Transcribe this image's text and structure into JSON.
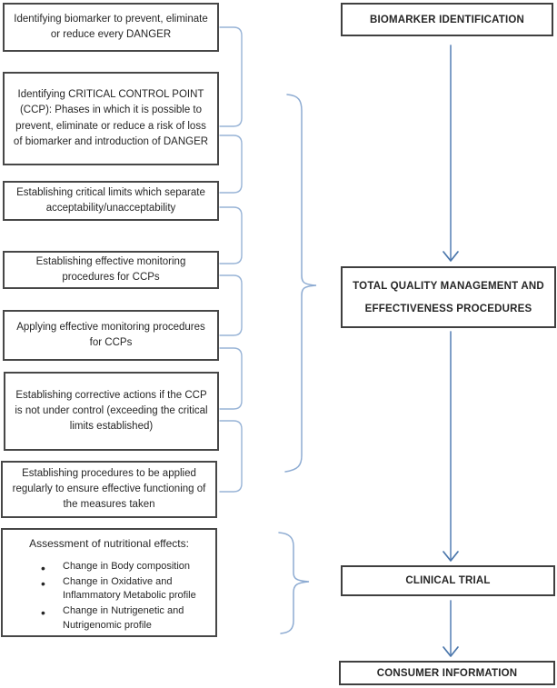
{
  "figure": {
    "description": "Flowchart linking HACCP-style biomarker control steps (left column) to overall study stages (right column)"
  },
  "left_steps": [
    {
      "text": "Identifying biomarker to prevent, eliminate or reduce every DANGER"
    },
    {
      "text": "Identifying CRITICAL CONTROL POINT (CCP): Phases in which it is possible to prevent, eliminate or reduce a risk of loss of biomarker and introduction of DANGER"
    },
    {
      "text": "Establishing critical limits which separate acceptability/unacceptability"
    },
    {
      "text": "Establishing effective monitoring procedures for CCPs"
    },
    {
      "text": "Applying effective monitoring procedures for CCPs"
    },
    {
      "text": "Establishing corrective actions if the CCP is not under control (exceeding the critical limits established)"
    },
    {
      "text": "Establishing procedures to be applied regularly to ensure effective functioning of the measures taken"
    }
  ],
  "assessment_box": {
    "title": "Assessment of nutritional effects:",
    "bullets": [
      "Change in Body composition",
      "Change in Oxidative and Inflammatory Metabolic profile",
      "Change in Nutrigenetic and Nutrigenomic profile"
    ]
  },
  "right_stages": {
    "stage1": "BIOMARKER IDENTIFICATION",
    "stage2_line1": "TOTAL QUALITY MANAGEMENT AND",
    "stage2_line2": "EFFECTIVENESS PROCEDURES",
    "stage3": "CLINICAL TRIAL",
    "stage4": "CONSUMER INFORMATION"
  },
  "palette": {
    "connector_blue": "#97b3d6",
    "arrow_line_blue": "#7093c1",
    "arrow_head_blue": "#4a76ab",
    "box_border_dark": "#474747"
  }
}
